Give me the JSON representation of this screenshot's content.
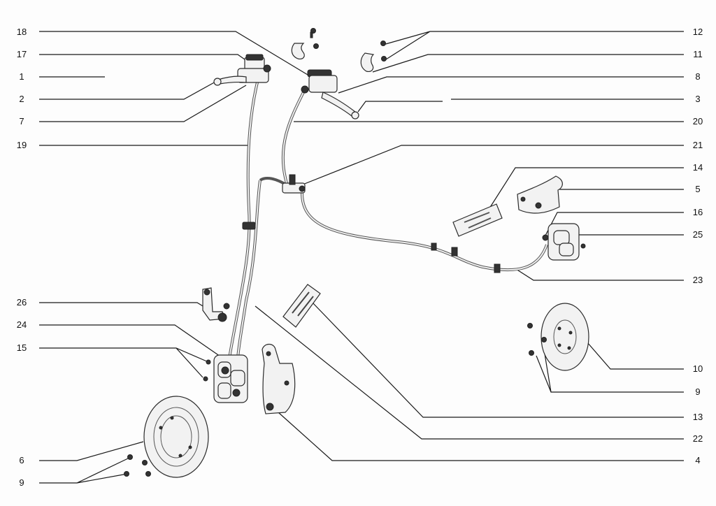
{
  "diagram": {
    "labels_left": [
      "18",
      "17",
      "1",
      "2",
      "7",
      "19",
      "26",
      "24",
      "15",
      "6",
      "9"
    ],
    "labels_right": [
      "12",
      "11",
      "8",
      "3",
      "20",
      "21",
      "14",
      "5",
      "16",
      "25",
      "23",
      "10",
      "9",
      "13",
      "22",
      "4"
    ]
  }
}
